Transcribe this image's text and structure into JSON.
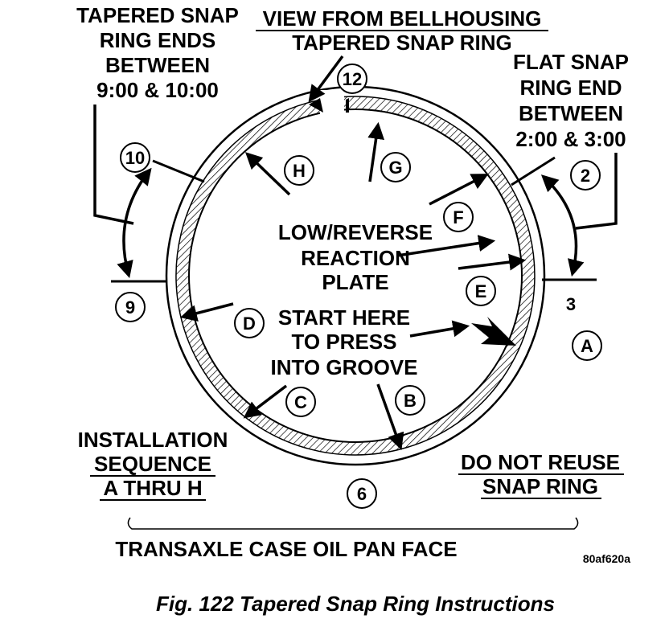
{
  "header": {
    "view_line1": "VIEW FROM BELLHOUSING",
    "view_line2": "TAPERED SNAP RING"
  },
  "callouts": {
    "tapered_ends": [
      "TAPERED SNAP",
      "RING ENDS",
      "BETWEEN",
      "9:00 & 10:00"
    ],
    "flat_end": [
      "FLAT SNAP",
      "RING END",
      "BETWEEN",
      "2:00 & 3:00"
    ],
    "reaction_plate": [
      "LOW/REVERSE",
      "REACTION",
      "PLATE"
    ],
    "start_here": [
      "START HERE",
      "TO PRESS",
      "INTO GROOVE"
    ],
    "installation": [
      "INSTALLATION",
      "SEQUENCE",
      "A THRU H"
    ],
    "do_not_reuse": [
      "DO NOT REUSE",
      "SNAP RING"
    ],
    "oil_pan_face": "TRANSAXLE CASE OIL PAN FACE"
  },
  "clock_positions": {
    "p12": "12",
    "p10": "10",
    "p9": "9",
    "p6": "6",
    "p3": "3",
    "p2": "2"
  },
  "sequence_letters": {
    "a": "A",
    "b": "B",
    "c": "C",
    "d": "D",
    "e": "E",
    "f": "F",
    "g": "G",
    "h": "H"
  },
  "figure_code": "80af620a",
  "caption": "Fig. 122 Tapered Snap Ring Instructions"
}
